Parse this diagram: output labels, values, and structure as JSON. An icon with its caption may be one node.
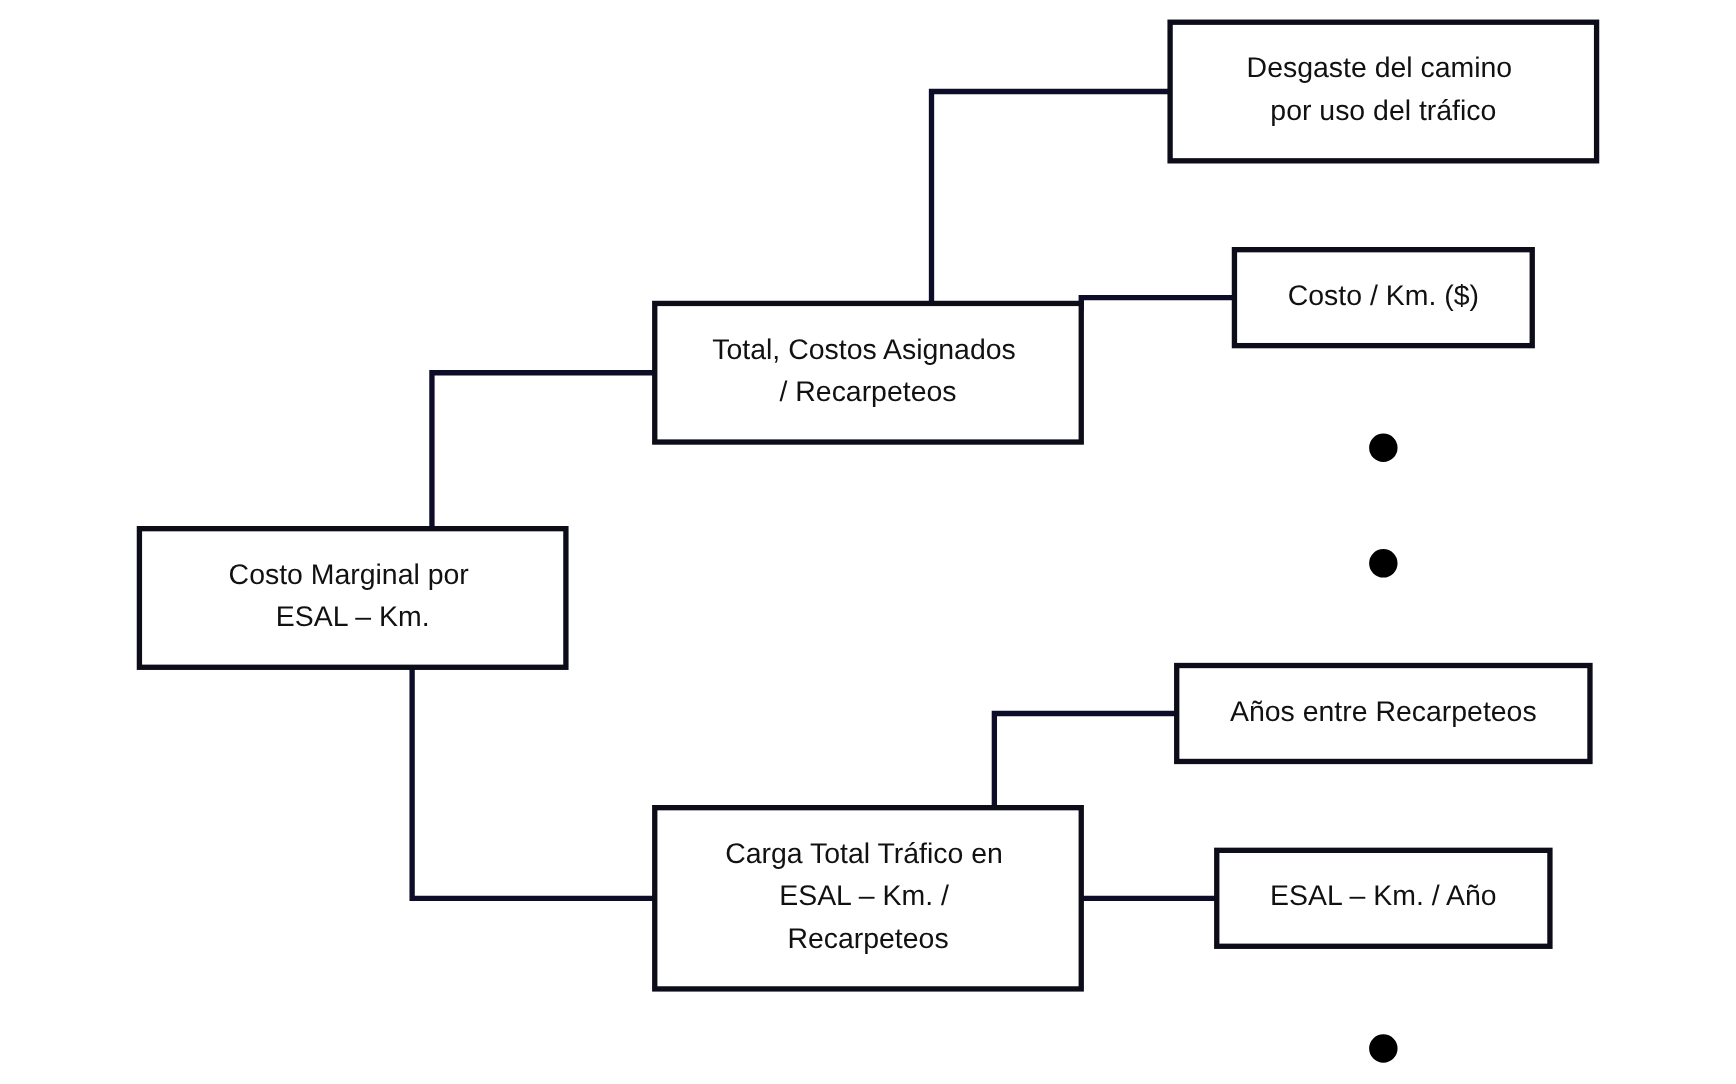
{
  "diagram": {
    "nodes": [
      {
        "text": [
          "Costo Marginal por ESAL – Km."
        ]
      },
      {
        "text": [
          "Total, Costos Asignados / Recarpeteos"
        ]
      },
      {
        "text": [
          "Desgaste del camino por uso del tráfico"
        ]
      },
      {
        "text": [],
        "shape": "circle"
      },
      {
        "text": [
          "Costo / Km. ($)"
        ]
      },
      {
        "text": [],
        "shape": "circle"
      },
      {
        "text": [
          "Carga Total Tráfico en ESAL – Km. / Recarpeteos"
        ]
      },
      {
        "text": [
          "Años entre Recarpeteos"
        ]
      },
      {
        "text": [],
        "shape": "circle"
      },
      {
        "text": [
          "ESAL – Km. / Año"
        ]
      }
    ],
    "edges": [
      {
        "from": 0,
        "to": 1,
        "arrow": "none"
      },
      {
        "from": 0,
        "to": 6,
        "arrow": "none"
      },
      {
        "from": 1,
        "to": 2,
        "arrow": "none"
      },
      {
        "from": 1,
        "to": 4,
        "arrow": "none"
      },
      {
        "from": 6,
        "to": 7,
        "arrow": "none"
      },
      {
        "from": 6,
        "to": 9,
        "arrow": "none"
      }
    ]
  }
}
